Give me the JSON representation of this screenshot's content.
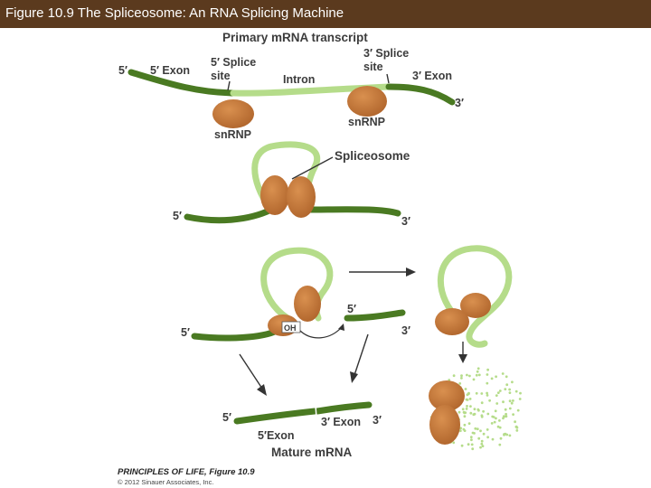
{
  "title": "Figure 10.9  The Spliceosome: An RNA Splicing Machine",
  "colors": {
    "title_bar": "#5b3a1e",
    "exon": "#4a7a22",
    "intron": "#b5dc8a",
    "snrnp": "#c77a3c",
    "text": "#3c3c3c"
  },
  "stage1": {
    "heading": "Primary mRNA transcript",
    "five_prime": "5′",
    "exon5": "5′ Exon",
    "splice5_line1": "5′ Splice",
    "splice5_line2": "site",
    "intron": "Intron",
    "splice3_line1": "3′ Splice",
    "splice3_line2": "site",
    "exon3": "3′ Exon",
    "three_prime": "3′",
    "snrnp_left": "snRNP",
    "snrnp_right": "snRNP"
  },
  "stage2": {
    "spliceosome": "Spliceosome",
    "five_prime": "5′",
    "three_prime": "3′"
  },
  "stage3": {
    "five_prime_left": "5′",
    "oh": "OH",
    "five_prime_mid": "5′",
    "three_prime": "3′"
  },
  "stage4": {
    "five_prime": "5′",
    "three_prime_exon": "3′ Exon",
    "three_prime": "3′",
    "five_exon": "5′Exon",
    "mature": "Mature mRNA"
  },
  "credit": {
    "line1": "PRINCIPLES OF LIFE, Figure 10.9",
    "line2": "© 2012 Sinauer Associates, Inc."
  }
}
